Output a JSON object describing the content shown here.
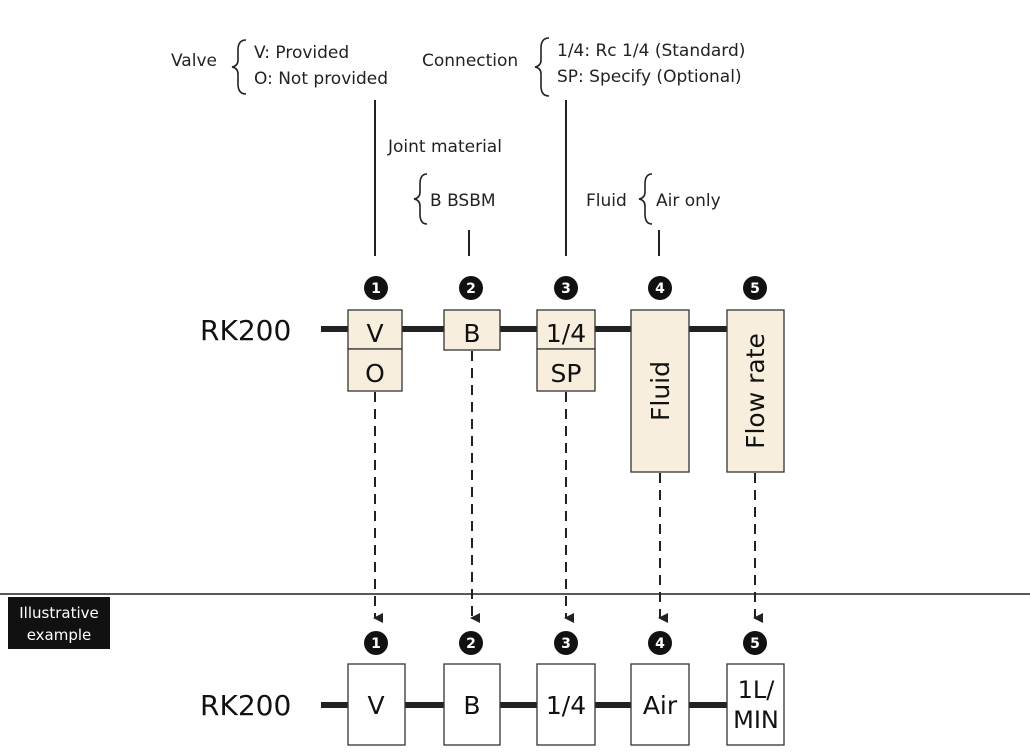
{
  "model": "RK200",
  "annotations": {
    "valve": {
      "title": "Valve",
      "lines": [
        "V: Provided",
        "O: Not provided"
      ]
    },
    "connection": {
      "title": "Connection",
      "lines": [
        "1/4: Rc 1/4 (Standard)",
        "SP: Specify (Optional)"
      ]
    },
    "joint": {
      "title": "Joint material",
      "lines": [
        "B BSBM"
      ]
    },
    "fluid": {
      "title": "Fluid",
      "lines": [
        "Air only"
      ]
    }
  },
  "positions": [
    {
      "number": "1",
      "options": [
        "V",
        "O"
      ]
    },
    {
      "number": "2",
      "options": [
        "B"
      ]
    },
    {
      "number": "3",
      "options": [
        "1/4",
        "SP"
      ]
    },
    {
      "number": "4",
      "options": [
        "Fluid"
      ]
    },
    {
      "number": "5",
      "options": [
        "Flow rate"
      ]
    }
  ],
  "example": {
    "label_line1": "Illustrative",
    "label_line2": "example",
    "model": "RK200",
    "numbers": [
      "1",
      "2",
      "3",
      "4",
      "5"
    ],
    "values": [
      "V",
      "B",
      "1/4",
      "Air",
      "1L/",
      "MIN"
    ]
  },
  "colors": {
    "option_fill": "#f7eedd",
    "ink": "#222222",
    "badge": "#111111"
  }
}
